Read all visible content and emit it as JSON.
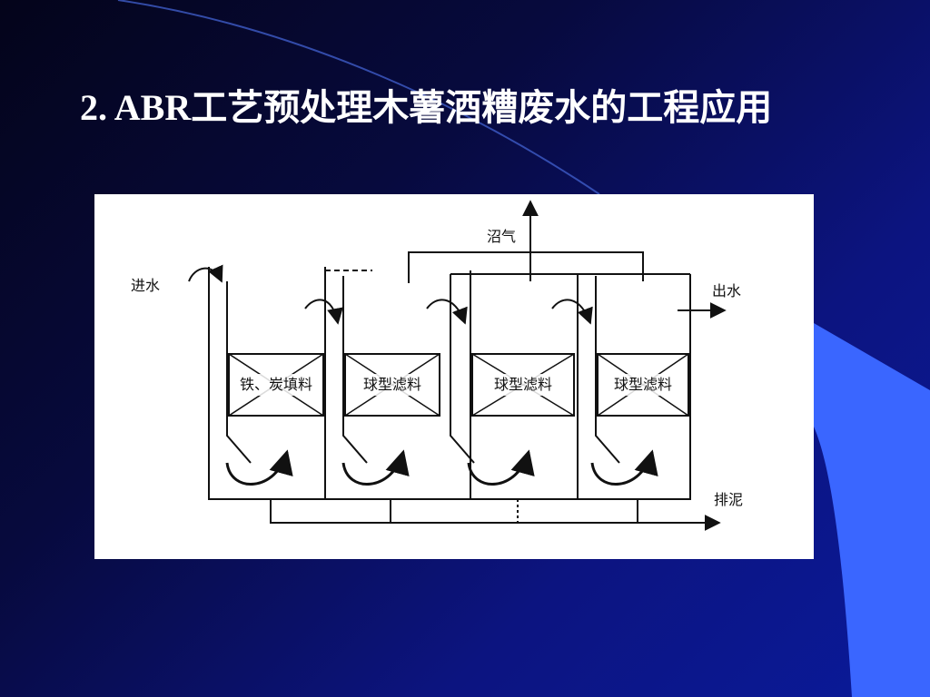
{
  "slide": {
    "title": "2. ABR工艺预处理木薯酒糟废水的工程应用"
  },
  "diagram": {
    "inlet_label": "进水",
    "biogas_label": "沼气",
    "outlet_label": "出水",
    "sludge_label": "排泥",
    "compartments": [
      {
        "media_label": "铁、炭填料"
      },
      {
        "media_label": "球型滤料"
      },
      {
        "media_label": "球型滤料"
      },
      {
        "media_label": "球型滤料"
      }
    ]
  },
  "colors": {
    "background_dark": "#04041a",
    "background_blue": "#0c1480",
    "accent_blue": "#3a66ff",
    "title_text": "#ffffff",
    "diagram_bg": "#ffffff"
  }
}
